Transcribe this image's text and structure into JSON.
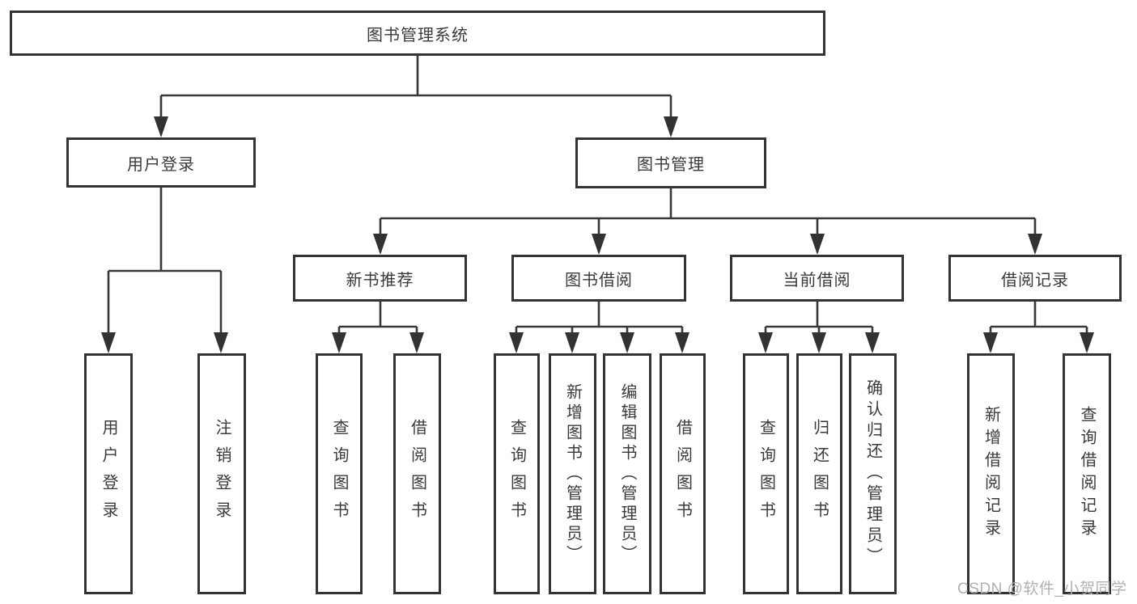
{
  "title": "图书管理系统",
  "level2": {
    "user_login": "用户登录",
    "book_mgmt": "图书管理"
  },
  "level3": {
    "new_book": "新书推荐",
    "book_borrow": "图书借阅",
    "current_borrow": "当前借阅",
    "borrow_record": "借阅记录"
  },
  "leaves": {
    "user_login": [
      "用户登录",
      "注销登录"
    ],
    "new_book": [
      "查询图书",
      "借阅图书"
    ],
    "book_borrow": [
      "查询图书",
      "新增图书（管理员）",
      "编辑图书（管理员）",
      "借阅图书"
    ],
    "current_borrow": [
      "查询图书",
      "归还图书",
      "确认归还（管理员）"
    ],
    "borrow_record": [
      "新增借阅记录",
      "查询借阅记录"
    ]
  },
  "watermark": "CSDN @软件_小贺同学",
  "colors": {
    "line": "#383838",
    "box_border": "#333333",
    "text": "#3a3a3a",
    "watermark": "#b0b0b0",
    "background": "#ffffff"
  }
}
